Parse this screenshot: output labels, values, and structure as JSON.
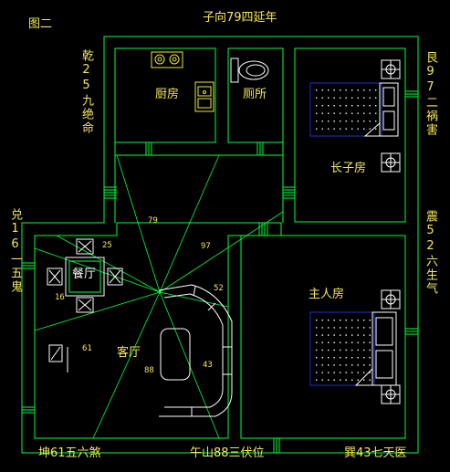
{
  "figure_label": "图二",
  "top_label": "子向79四延年",
  "left_top_label": "乾25九绝命",
  "left_mid_label": "兑16一五鬼",
  "right_top_label": "艮97二祸害",
  "right_mid_label": "震52六生气",
  "bottom_left_label": "坤61五六煞",
  "bottom_center_label": "午山88三伏位",
  "bottom_right_label": "巽43七天医",
  "rooms": {
    "kitchen": "厨房",
    "toilet": "厕所",
    "eldest_son_room": "长子房",
    "master_bedroom": "主人房",
    "dining_room": "餐厅",
    "living_room": "客厅"
  },
  "sector_numbers": {
    "n79": "79",
    "n25": "25",
    "n97": "97",
    "n16": "16",
    "n52": "52",
    "n61": "61",
    "n88": "88",
    "n43": "43"
  },
  "colors": {
    "wall": "#00ff3c",
    "furniture": "#ffffff",
    "bed": "#2a2ad6",
    "fixture": "#e8e840",
    "text": "#f2e85a",
    "background": "#000000"
  }
}
